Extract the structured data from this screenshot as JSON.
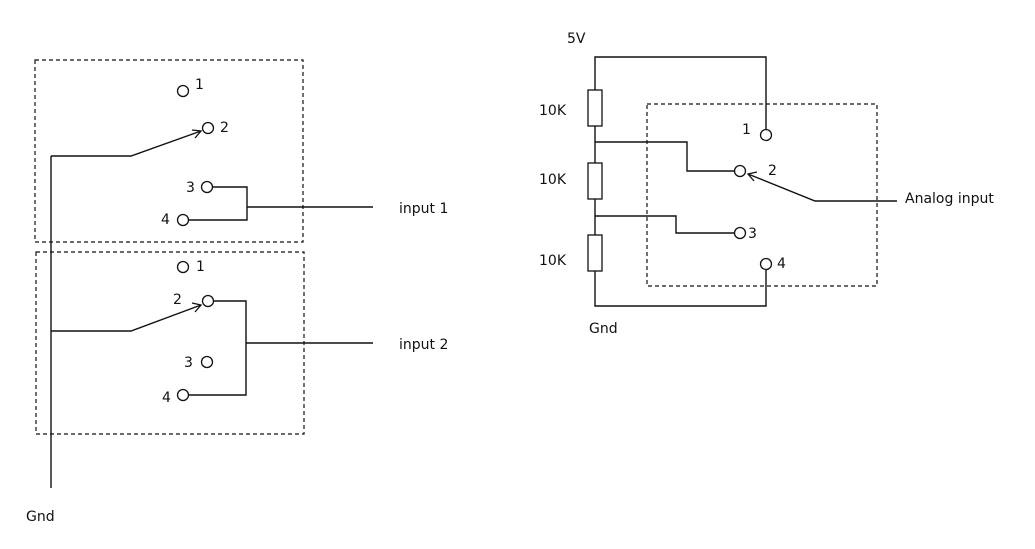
{
  "left_circuit": {
    "switch_a": {
      "pins": {
        "p1": "1",
        "p2": "2",
        "p3": "3",
        "p4": "4"
      },
      "output_label": "input 1"
    },
    "switch_b": {
      "pins": {
        "p1": "1",
        "p2": "2",
        "p3": "3",
        "p4": "4"
      },
      "output_label": "input 2"
    },
    "ground_label": "Gnd"
  },
  "right_circuit": {
    "supply_label": "5V",
    "resistors": [
      "10K",
      "10K",
      "10K"
    ],
    "pins": {
      "p1": "1",
      "p2": "2",
      "p3": "3",
      "p4": "4"
    },
    "output_label": "Analog input",
    "ground_label": "Gnd"
  }
}
